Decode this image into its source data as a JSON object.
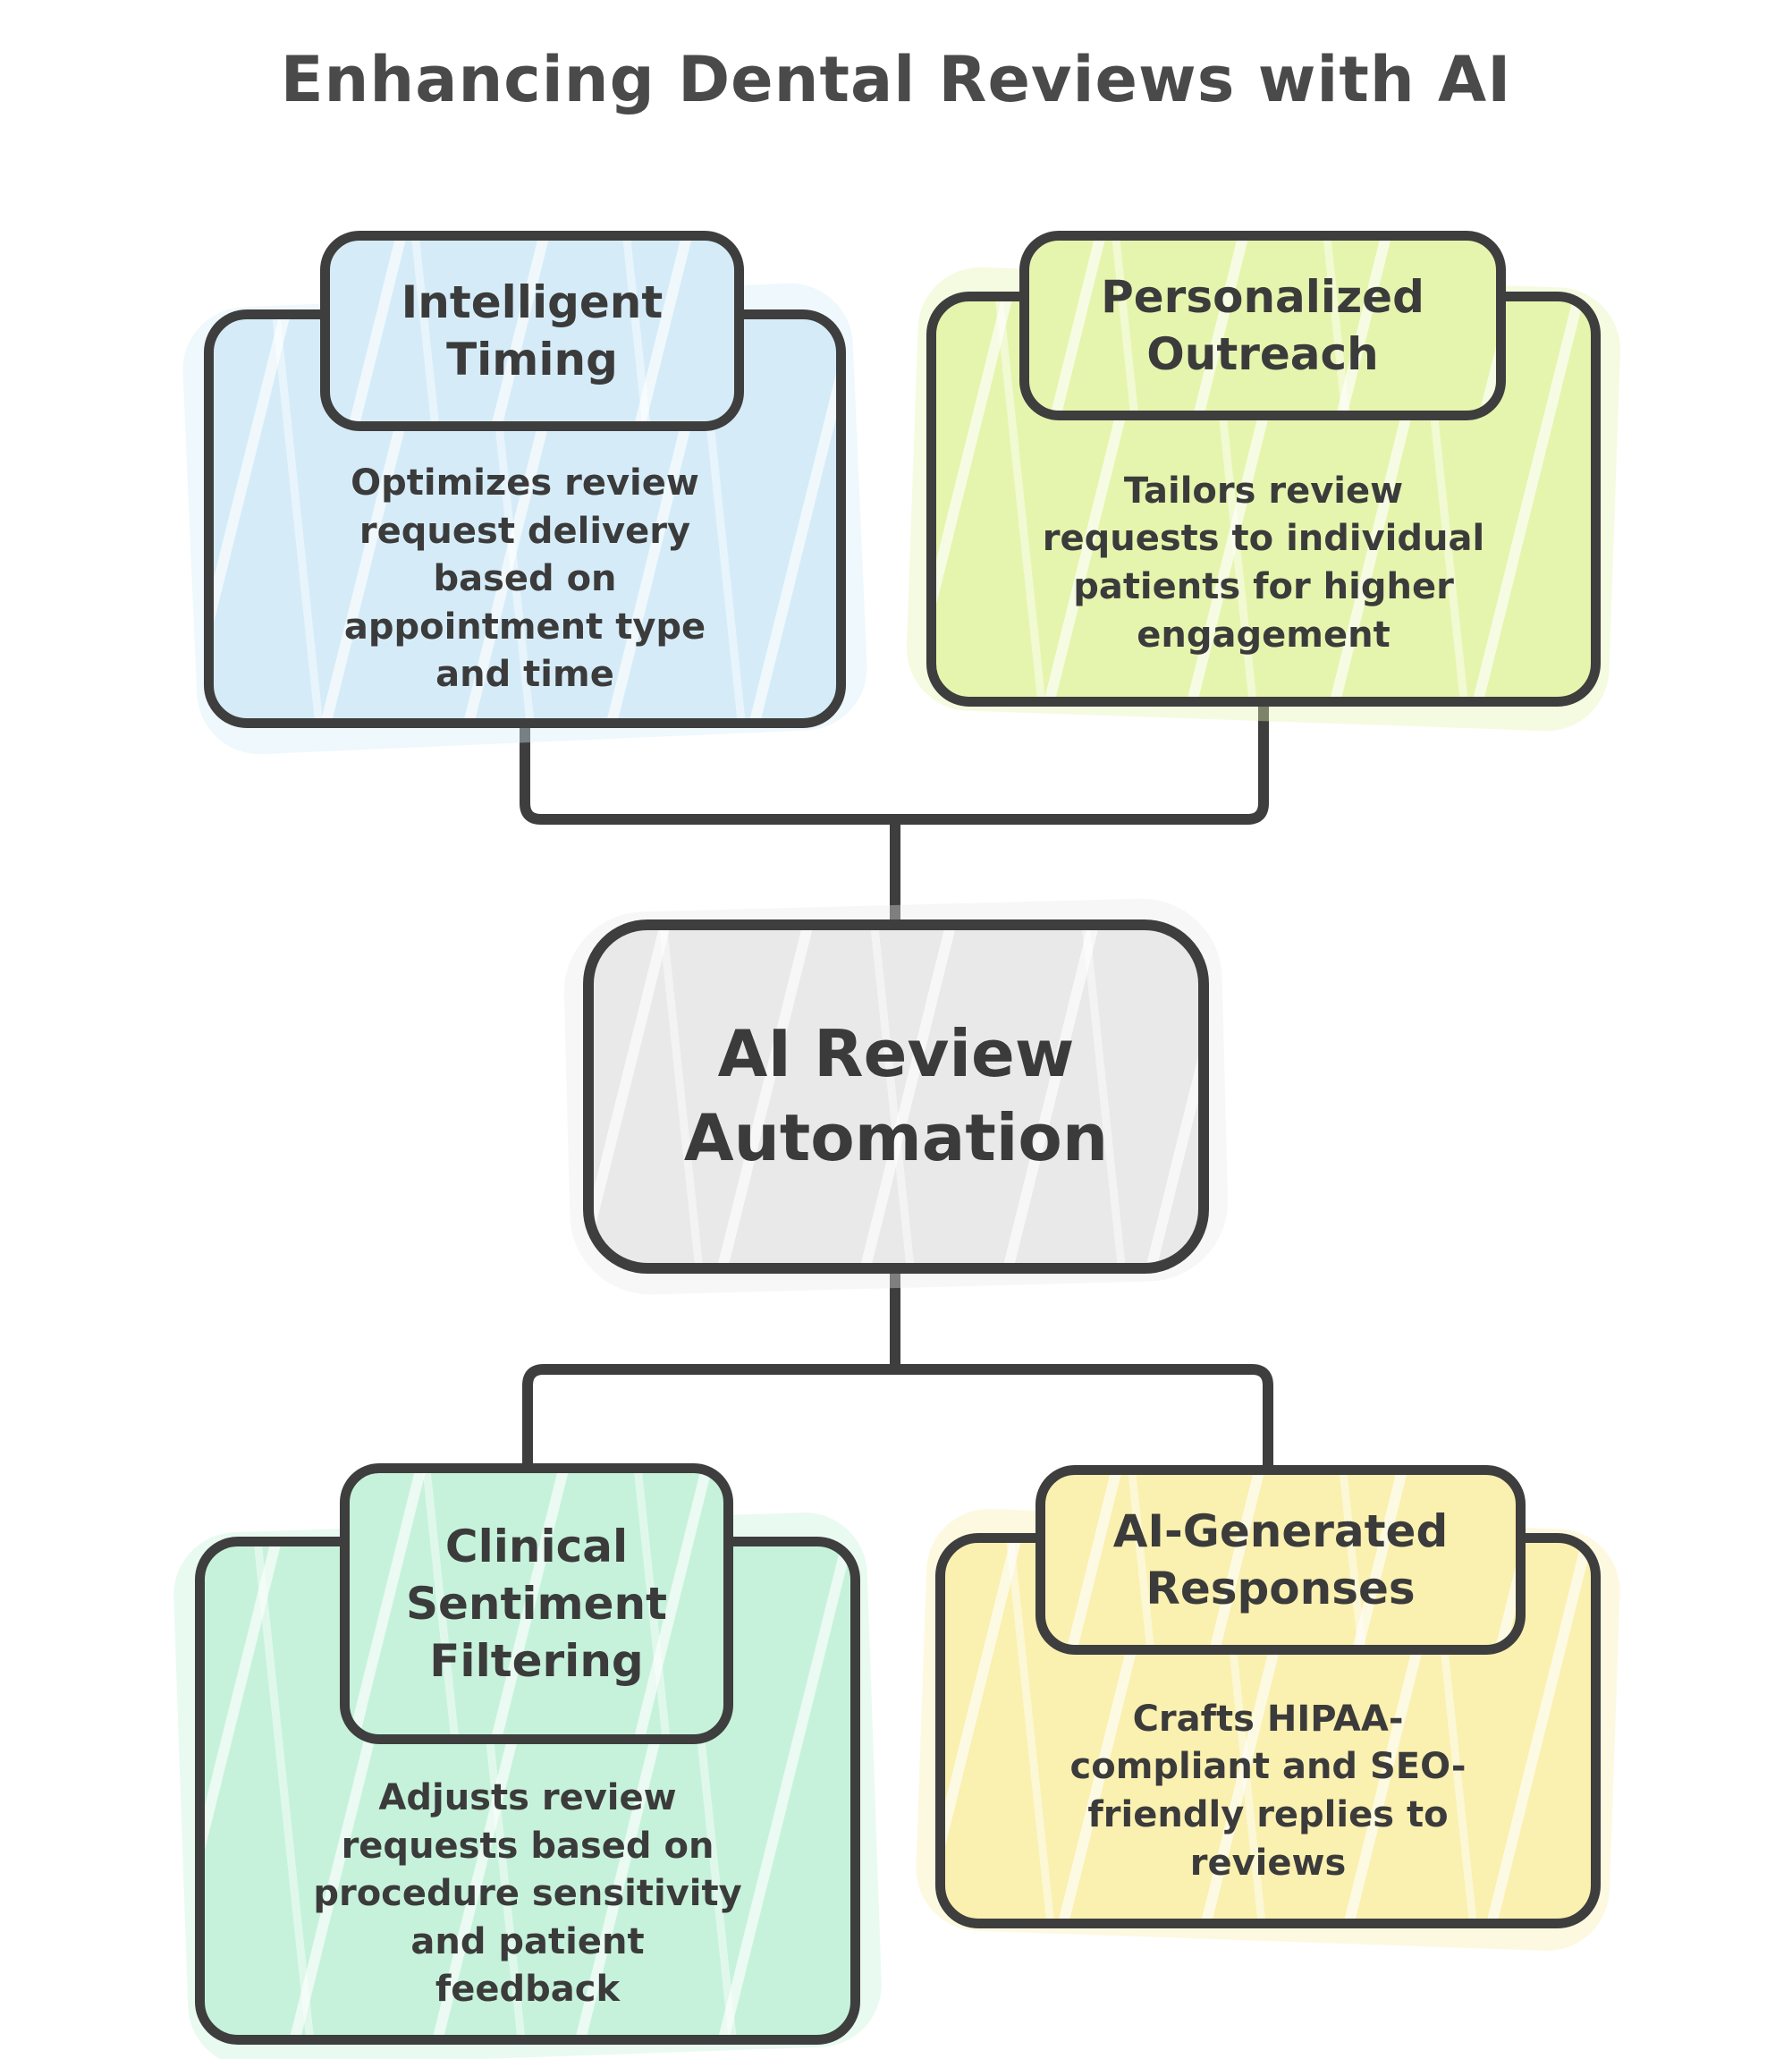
{
  "title": "Enhancing Dental Reviews with AI",
  "diagram": {
    "center_node": {
      "label": "AI Review Automation",
      "fill": "#e9e9e9"
    },
    "branch_nodes": [
      {
        "title": "Intelligent Timing",
        "description": "Optimizes review request delivery based on appointment type and time",
        "fill": "#d5ecf8"
      },
      {
        "title": "Personalized Outreach",
        "description": "Tailors review requests to individual patients for higher engagement",
        "fill": "#e5f5ae"
      },
      {
        "title": "Clinical Sentiment Filtering",
        "description": "Adjusts review requests based on procedure sensitivity and patient feedback",
        "fill": "#c6f2db"
      },
      {
        "title": "AI-Generated Responses",
        "description": "Crafts HIPAA-compliant and SEO-friendly replies to reviews",
        "fill": "#faf0b0"
      }
    ],
    "colors": {
      "line": "#3e3e3e",
      "border": "#3e3e3e",
      "text": "#3b3b3b",
      "title_text": "#4a4a4a",
      "background": "#ffffff"
    }
  }
}
